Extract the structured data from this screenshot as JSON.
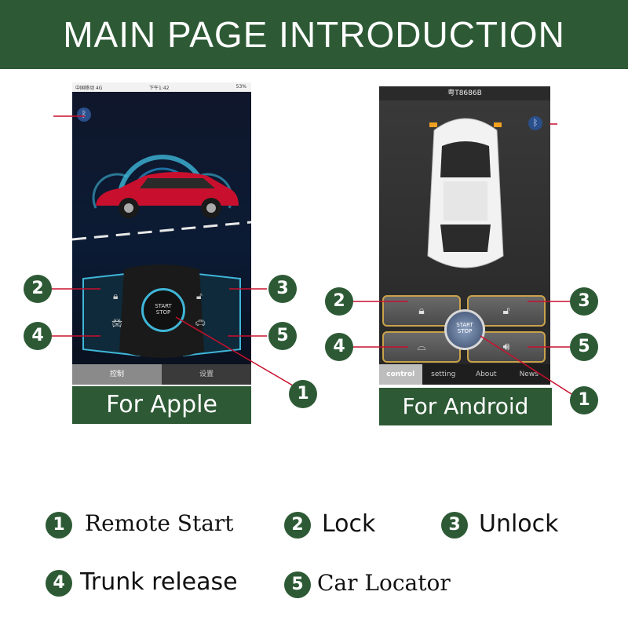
{
  "header": {
    "title": "MAIN PAGE INTRODUCTION"
  },
  "apple": {
    "label": "For Apple",
    "status": {
      "carrier": "中国移动 4G",
      "time": "下午1:42",
      "battery": "53%"
    },
    "start_button": {
      "line1": "START",
      "line2": "STOP"
    },
    "tabs": [
      "控制",
      "设置"
    ]
  },
  "android": {
    "label": "For Android",
    "plate": "粤T8686B",
    "start_button": {
      "line1": "START",
      "line2": "STOP"
    },
    "tabs": [
      "control",
      "setting",
      "About",
      "News"
    ]
  },
  "callouts": [
    "2",
    "3",
    "4",
    "5",
    "1",
    "2",
    "3",
    "4",
    "5",
    "1"
  ],
  "legend": [
    {
      "num": "1",
      "text": "Remote Start"
    },
    {
      "num": "2",
      "text": "Lock"
    },
    {
      "num": "3",
      "text": "Unlock"
    },
    {
      "num": "4",
      "text": "Trunk release"
    },
    {
      "num": "5",
      "text": "Car Locator"
    }
  ],
  "colors": {
    "brand_green": "#2d5a35",
    "pointer_red": "#c8102e",
    "accent_gold": "#c9a24a",
    "accent_cyan": "#3fb6d8"
  },
  "icons": [
    "bluetooth-icon",
    "lock-icon",
    "unlock-icon",
    "trunk-icon",
    "horn-icon",
    "car-icon"
  ]
}
